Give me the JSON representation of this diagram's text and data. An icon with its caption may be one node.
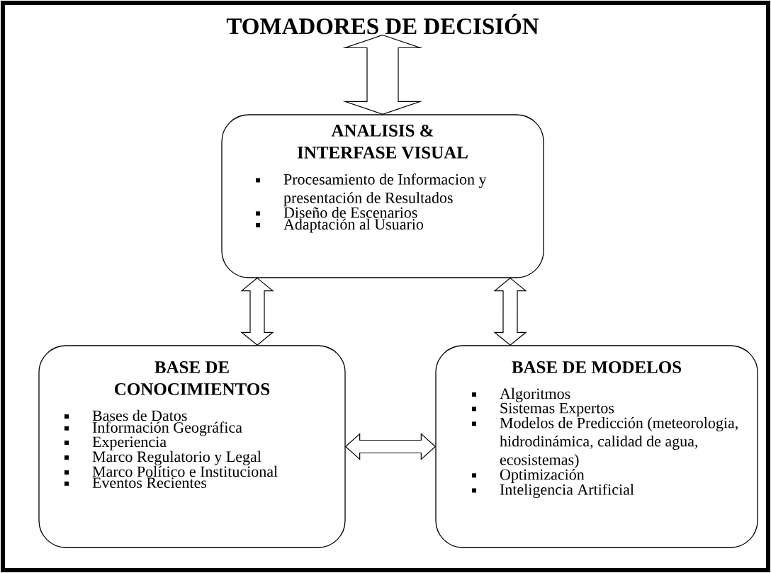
{
  "diagram": {
    "nodes": [
      {
        "text": [
          "TOMADORES DE DECISIÓN"
        ]
      },
      {
        "text": [
          "ANALISIS & INTERFASE VISUAL",
          "Procesamiento de Informacion y presentación de Resultados",
          "Diseño de Escenarios",
          "Adaptación al Usuario"
        ]
      },
      {
        "text": [
          "BASE DE CONOCIMIENTOS",
          "Bases de Datos",
          "Información Geográfica",
          "Experiencia",
          "Marco Regulatorio y Legal",
          "Marco Político e Institucional",
          "Eventos Recientes"
        ]
      },
      {
        "text": [
          "BASE DE MODELOS",
          "Algoritmos",
          "Sistemas Expertos",
          "Modelos de Predicción (meteorologia, hidrodinámica, calidad de agua, ecosistemas)",
          "Optimización",
          "Inteligencia Artificial"
        ]
      }
    ],
    "edges": [
      {
        "from": 0,
        "to": 1,
        "arrow": "both"
      },
      {
        "from": 1,
        "to": 2,
        "arrow": "both"
      },
      {
        "from": 1,
        "to": 3,
        "arrow": "both"
      },
      {
        "from": 2,
        "to": 3,
        "arrow": "both"
      }
    ]
  }
}
